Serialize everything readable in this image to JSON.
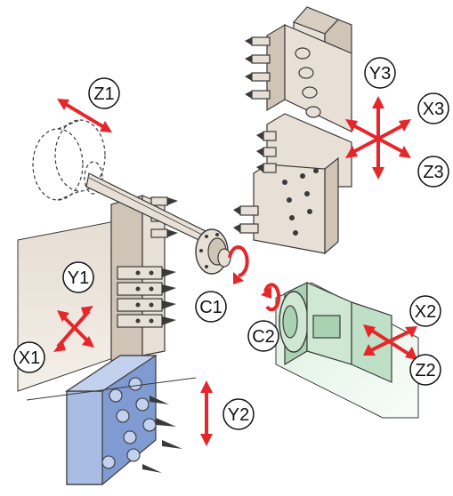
{
  "labels": {
    "z1": "Z1",
    "y1": "Y1",
    "x1": "X1",
    "c1": "C1",
    "c2": "C2",
    "x2": "X2",
    "z2": "Z2",
    "y2": "Y2",
    "y3": "Y3",
    "x3": "X3",
    "z3": "Z3"
  },
  "colors": {
    "arrow_red": "#e5262b",
    "machine_beige": "#e8e0d6",
    "machine_dark": "#cfc4b6",
    "machine_outline": "#3a3a3a",
    "spindle_green": "#cfe8d4",
    "spindle_green_dark": "#a9d2b2",
    "toolblock_blue": "#a9bde4",
    "toolblock_blue_dark": "#7f9bd2"
  }
}
